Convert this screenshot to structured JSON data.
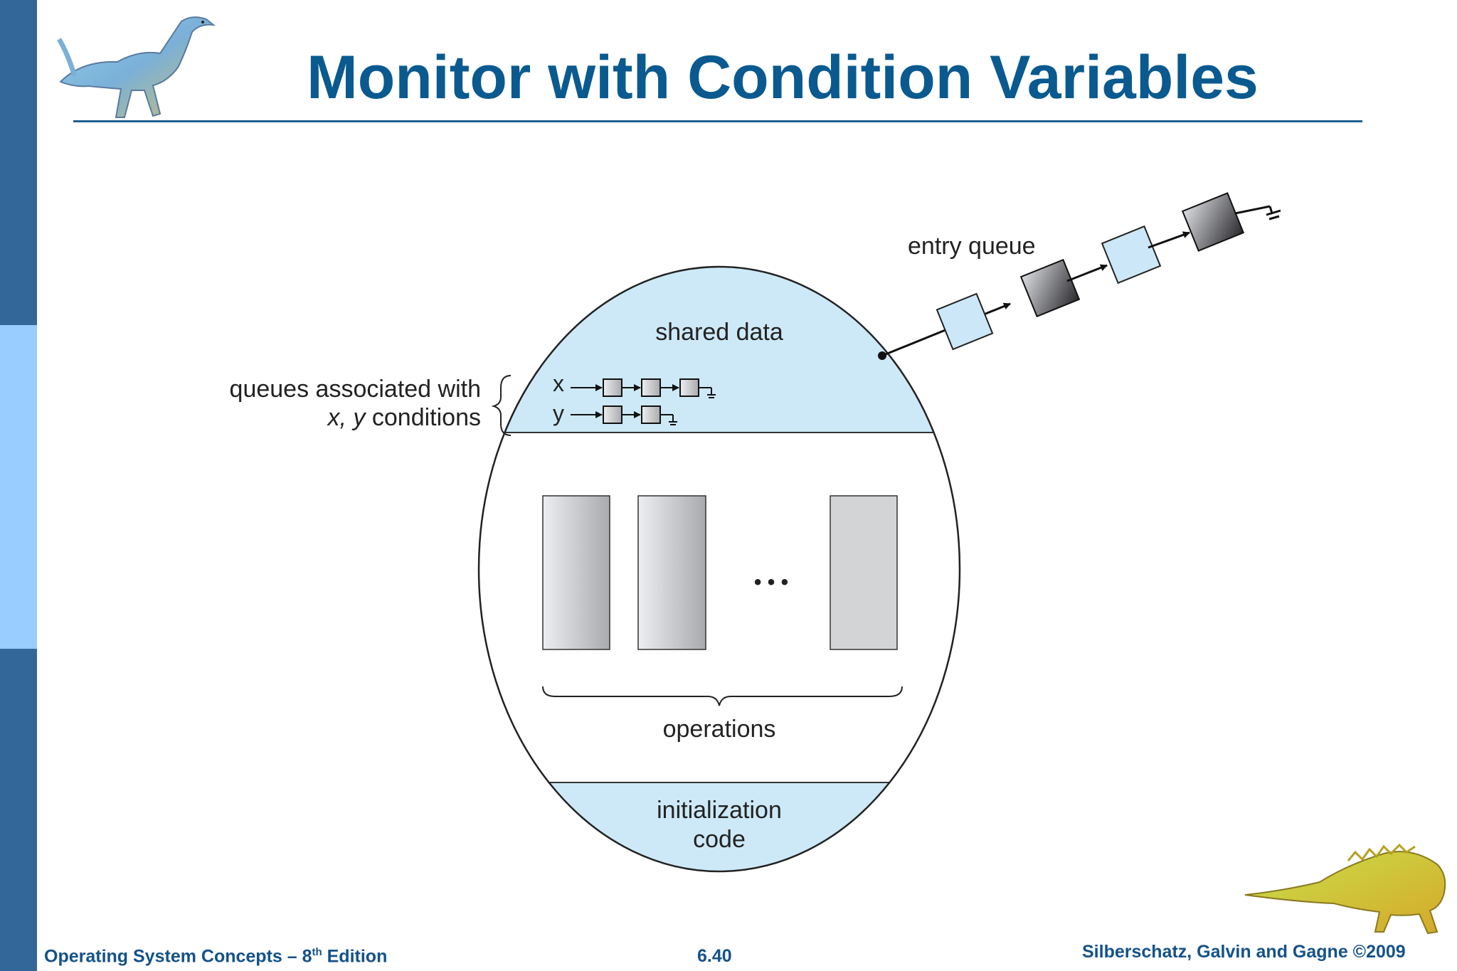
{
  "slide": {
    "title": "Monitor with Condition Variables"
  },
  "diagram": {
    "shared_data_label": "shared data",
    "entry_queue_label": "entry queue",
    "queues_label_line1": "queues associated with",
    "queues_label_line2_italic": "x, y",
    "queues_label_line2_rest": " conditions",
    "queue_x_label": "x",
    "queue_y_label": "y",
    "ellipsis": "• • •",
    "operations_label": "operations",
    "init_label_line1": "initialization",
    "init_label_line2": "code"
  },
  "footer": {
    "left_prefix": "Operating System Concepts – 8",
    "left_sup": "th",
    "left_suffix": " Edition",
    "center": "6.40",
    "right": "Silberschatz, Galvin and Gagne ©2009"
  },
  "colors": {
    "sidebar_dark": "#336699",
    "sidebar_light": "#99ccff",
    "title": "#0a5a8f",
    "region_fill": "#cde9f7",
    "entry_light": "#cce8f8"
  }
}
